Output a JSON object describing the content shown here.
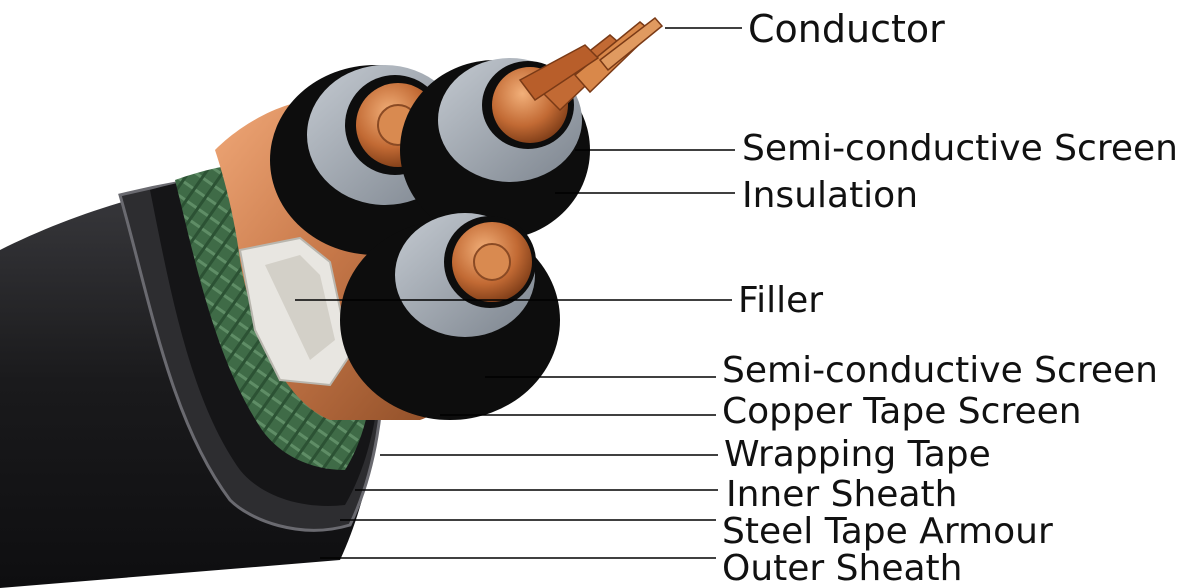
{
  "labels": {
    "conductor": "Conductor",
    "semi_screen_top": "Semi-conductive Screen",
    "insulation": "Insulation",
    "filler": "Filler",
    "semi_screen_bottom": "Semi-conductive Screen",
    "copper_tape_screen": "Copper Tape Screen",
    "wrapping_tape": "Wrapping Tape",
    "inner_sheath": "Inner Sheath",
    "steel_tape_armour": "Steel Tape Armour",
    "outer_sheath": "Outer Sheath"
  },
  "colors": {
    "outer_sheath": "#1c1c1e",
    "armour": "#3a3a3c",
    "wrapping_tape": "#3f6b47",
    "copper_tape": "#c8794a",
    "insulation": "#9aa3ad",
    "semi_conductive": "#0d0d0d",
    "conductor": "#c26a34",
    "filler": "#e8e6e1",
    "phase_yellow": "#e8d21a",
    "phase_green": "#4fc08a",
    "phase_red": "#e0306a"
  }
}
